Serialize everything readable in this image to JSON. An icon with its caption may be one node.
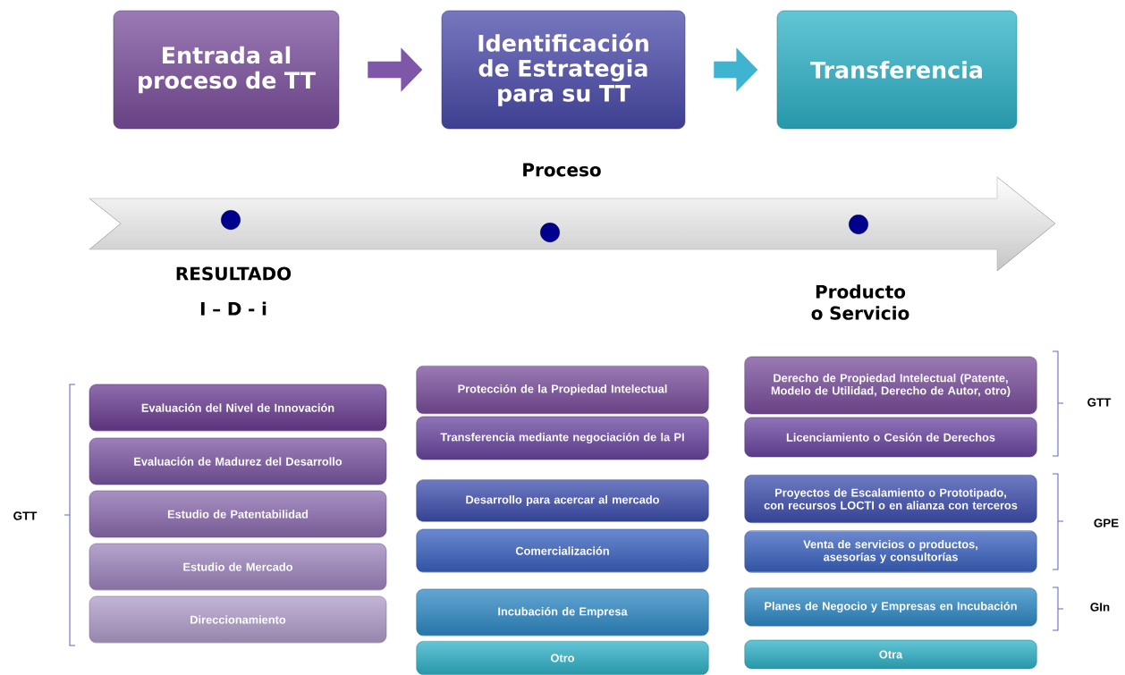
{
  "diagram": {
    "nodes": [
      {
        "text": [
          "Entrada al proceso de TT"
        ]
      },
      {
        "text": [
          "Identificación de Estrategia para su TT"
        ]
      },
      {
        "text": [
          "Transferencia"
        ]
      },
      {
        "text": [
          "Evaluación del Nivel de Innovación"
        ]
      },
      {
        "text": [
          "Evaluación de Madurez del Desarrollo"
        ]
      },
      {
        "text": [
          "Estudio de Patentabilidad"
        ]
      },
      {
        "text": [
          "Estudio de Mercado"
        ]
      },
      {
        "text": [
          "Direccionamiento"
        ]
      },
      {
        "text": [
          "Protección de la Propiedad Intelectual"
        ]
      },
      {
        "text": [
          "Transferencia mediante negociación de la PI"
        ]
      },
      {
        "text": [
          "Desarrollo para acercar al mercado"
        ]
      },
      {
        "text": [
          "Comercialización"
        ]
      },
      {
        "text": [
          "Incubación de Empresa"
        ]
      },
      {
        "text": [
          "Otro"
        ]
      },
      {
        "text": [
          "Derecho de Propiedad Intelectual (Patente, Modelo de Utilidad, Derecho de Autor, otro)"
        ]
      },
      {
        "text": [
          "Licenciamiento o Cesión de Derechos"
        ]
      },
      {
        "text": [
          "Proyectos de Escalamiento o Prototipado, con recursos LOCTI o en alianza con terceros"
        ]
      },
      {
        "text": [
          "Venta de servicios o productos, asesorías y consultorías"
        ]
      },
      {
        "text": [
          "Planes de Negocio y Empresas en Incubación"
        ]
      },
      {
        "text": [
          "Otra"
        ]
      }
    ],
    "edges": [
      {
        "from": 0,
        "to": 1,
        "arrow": "to",
        "color": "#7e57a8"
      },
      {
        "from": 1,
        "to": 2,
        "arrow": "to",
        "color": "#3fb4d0"
      }
    ],
    "labels": [
      "Proceso",
      "RESULTADO",
      "I – D - i",
      "Producto o Servicio",
      "GTT",
      "GTT",
      "GPE",
      "GIn"
    ]
  }
}
